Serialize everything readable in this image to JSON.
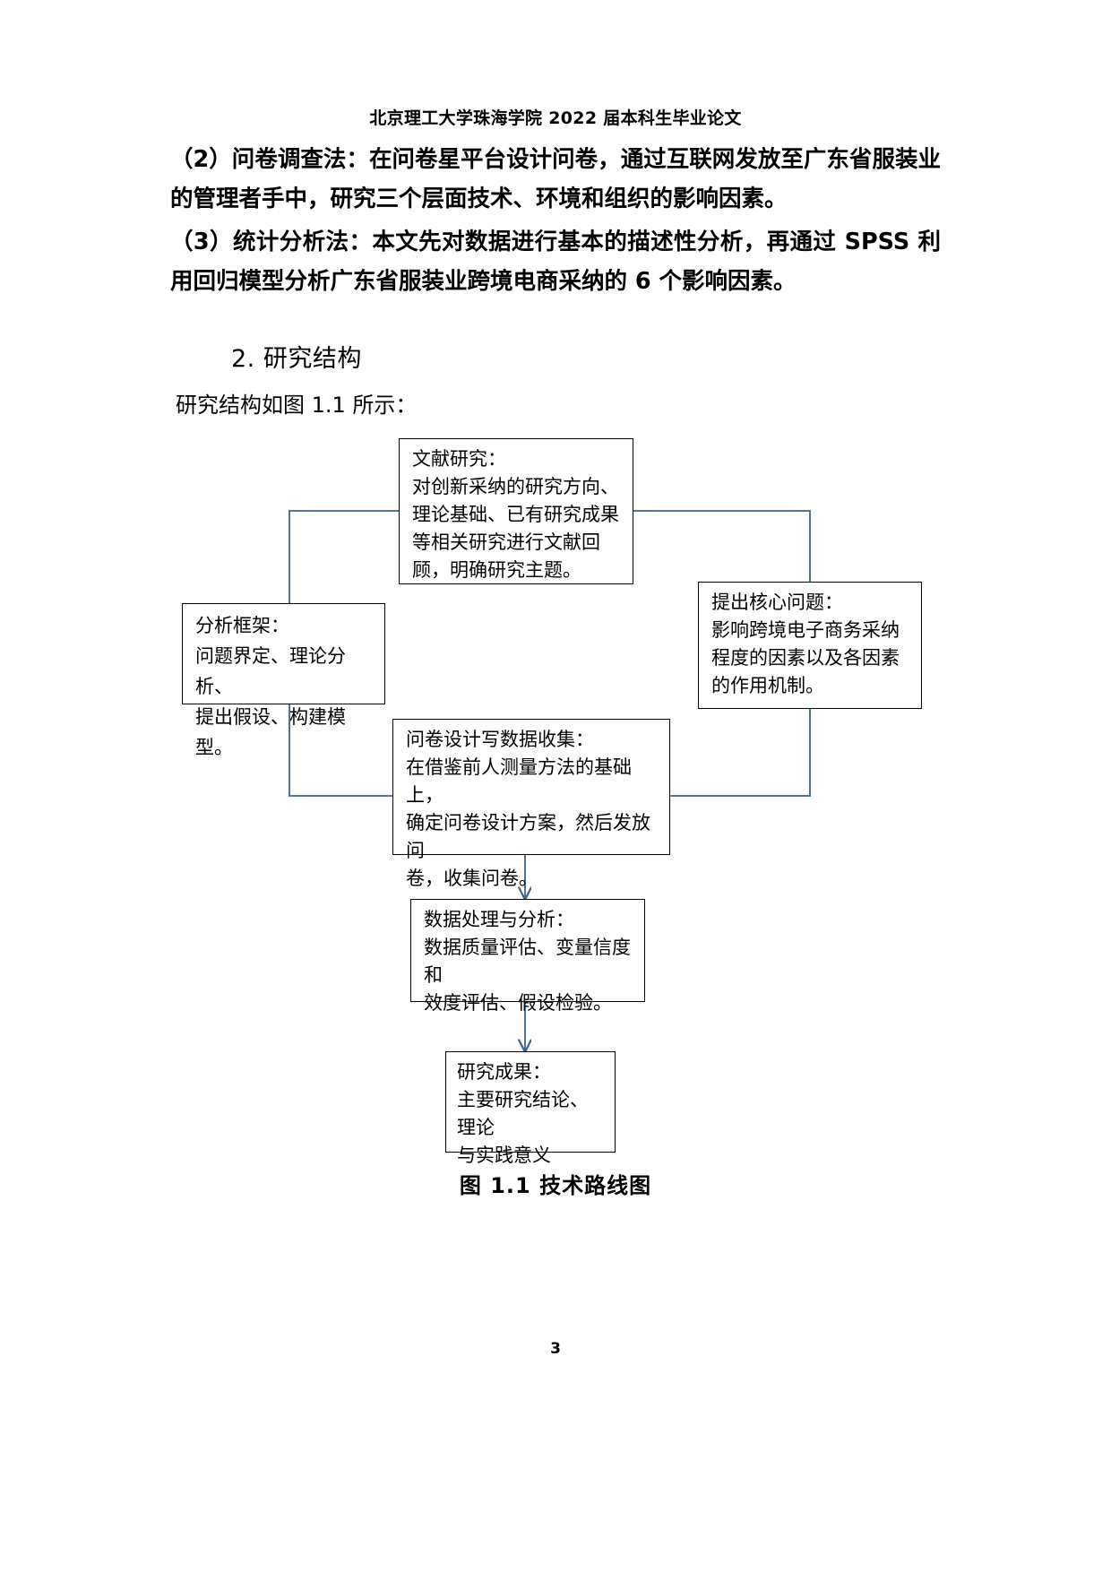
{
  "header": {
    "running_title": "北京理工大学珠海学院 2022 届本科生毕业论文"
  },
  "body": {
    "paragraph_2": "（2）问卷调查法：在问卷星平台设计问卷，通过互联网发放至广东省服装业的管理者手中，研究三个层面技术、环境和组织的影响因素。",
    "paragraph_3": "（3）统计分析法：本文先对数据进行基本的描述性分析，再通过 SPSS 利用回归模型分析广东省服装业跨境电商采纳的 6 个影响因素。",
    "section_heading": "2. 研究结构",
    "lead_line": "研究结构如图 1.1 所示："
  },
  "figure": {
    "caption": "图 1.1 技术路线图",
    "line_color": "#3f6185",
    "box_border_color": "#000000",
    "nodes": {
      "literature": "文献研究：\n对创新采纳的研究方向、\n理论基础、已有研究成果\n等相关研究进行文献回\n顾，明确研究主题。",
      "framework": "分析框架：\n问题界定、理论分析、\n提出假设、构建模型。",
      "core_question": "提出核心问题：\n影响跨境电子商务采纳\n程度的因素以及各因素\n的作用机制。",
      "survey": "问卷设计写数据收集：\n在借鉴前人测量方法的基础上，\n确定问卷设计方案，然后发放问\n卷，收集问卷。",
      "analysis": "数据处理与分析：\n数据质量评估、变量信度和\n效度评估、假设检验。",
      "result": "研究成果：\n主要研究结论、理论\n与实践意义"
    }
  },
  "footer": {
    "page_number": "3"
  }
}
